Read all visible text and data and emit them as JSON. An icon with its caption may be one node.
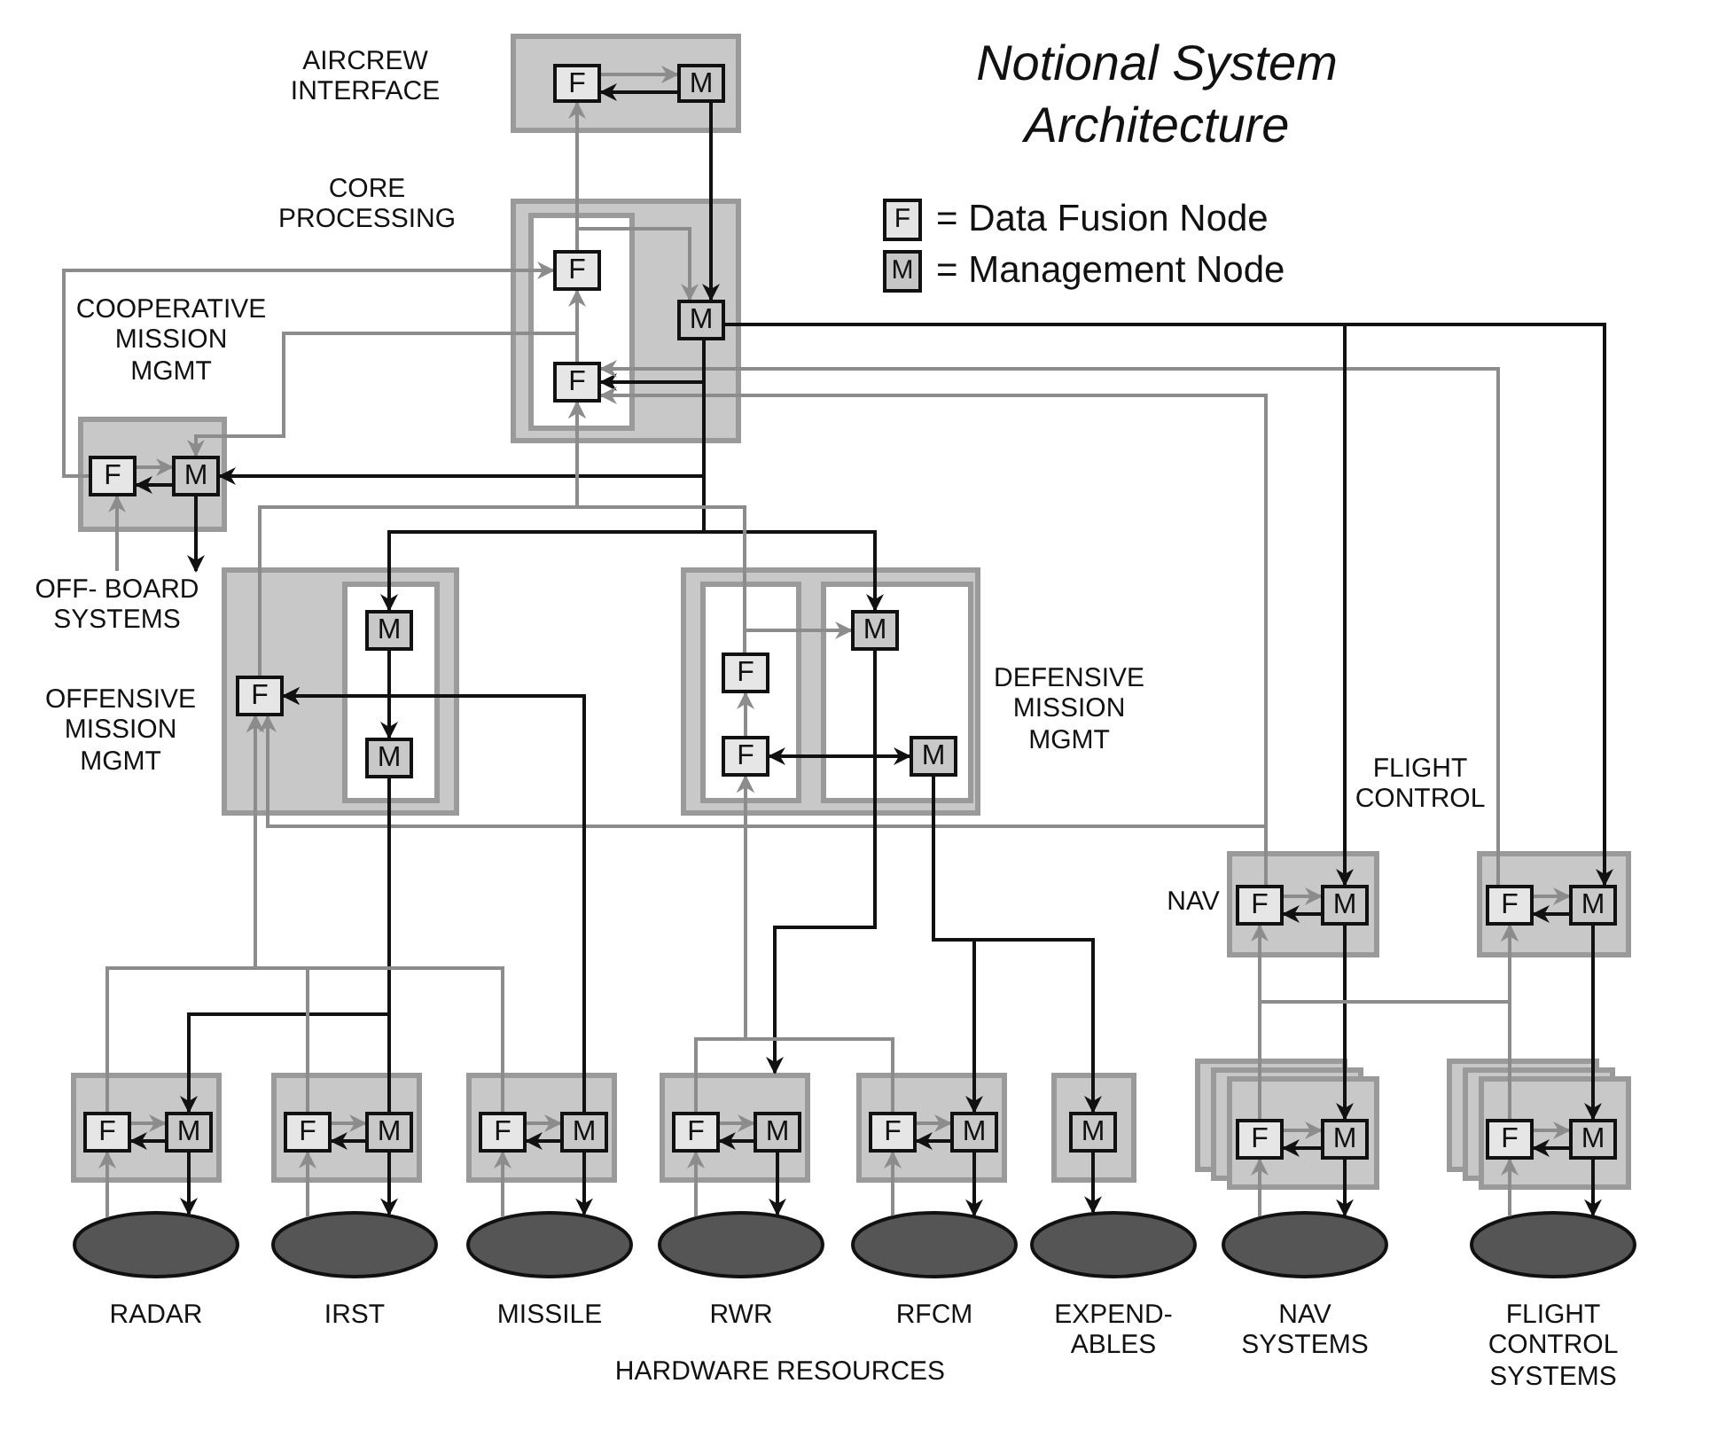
{
  "diagram": {
    "title": "Notional System Architecture",
    "nodes": [
      {
        "text": [
          "AIRCREW INTERFACE"
        ]
      },
      {
        "text": [
          "F"
        ],
        "in": 0
      },
      {
        "text": [
          "M"
        ],
        "in": 0
      },
      {
        "text": [
          "CORE PROCESSING"
        ]
      },
      {
        "text": [],
        "shape": "box",
        "in": 3
      },
      {
        "text": [
          "F"
        ],
        "in": 4
      },
      {
        "text": [
          "M"
        ],
        "in": 3
      },
      {
        "text": [
          "F"
        ],
        "in": 4
      },
      {
        "text": [
          "COOPERATIVE MISSION MGMT"
        ]
      },
      {
        "text": [
          "F"
        ],
        "in": 8
      },
      {
        "text": [
          "M"
        ],
        "in": 8
      },
      {
        "text": [
          "OFF- BOARD SYSTEMS"
        ]
      },
      {
        "text": [
          "OFFENSIVE MISSION MGMT"
        ]
      },
      {
        "text": [],
        "shape": "box",
        "in": 12
      },
      {
        "text": [
          "M"
        ],
        "in": 13
      },
      {
        "text": [
          "F"
        ],
        "in": 12
      },
      {
        "text": [
          "M"
        ],
        "in": 13
      },
      {
        "text": [
          "DEFENSIVE MISSION MGMT"
        ]
      },
      {
        "text": [],
        "shape": "box",
        "in": 17
      },
      {
        "text": [],
        "shape": "box",
        "in": 17
      },
      {
        "text": [
          "M"
        ],
        "in": 19
      },
      {
        "text": [
          "F"
        ],
        "in": 18
      },
      {
        "text": [
          "F"
        ],
        "in": 18
      },
      {
        "text": [
          "M"
        ],
        "in": 19
      },
      {
        "text": [
          "NAV"
        ]
      },
      {
        "text": [
          "F"
        ],
        "in": 24
      },
      {
        "text": [
          "M"
        ],
        "in": 24
      },
      {
        "text": [
          "FLIGHT CONTROL"
        ]
      },
      {
        "text": [
          "F"
        ],
        "in": 27
      },
      {
        "text": [
          "M"
        ],
        "in": 27
      },
      {
        "text": [],
        "shape": "box"
      },
      {
        "text": [
          "F"
        ],
        "in": 30
      },
      {
        "text": [
          "M"
        ],
        "in": 30
      },
      {
        "text": [
          "RADAR"
        ]
      },
      {
        "text": [],
        "shape": "box"
      },
      {
        "text": [
          "F"
        ],
        "in": 34
      },
      {
        "text": [
          "M"
        ],
        "in": 34
      },
      {
        "text": [
          "IRST"
        ]
      },
      {
        "text": [],
        "shape": "box"
      },
      {
        "text": [
          "F"
        ],
        "in": 38
      },
      {
        "text": [
          "M"
        ],
        "in": 38
      },
      {
        "text": [
          "MISSILE"
        ]
      },
      {
        "text": [],
        "shape": "box"
      },
      {
        "text": [
          "F"
        ],
        "in": 42
      },
      {
        "text": [
          "M"
        ],
        "in": 42
      },
      {
        "text": [
          "RWR"
        ]
      },
      {
        "text": [],
        "shape": "box"
      },
      {
        "text": [
          "F"
        ],
        "in": 46
      },
      {
        "text": [
          "M"
        ],
        "in": 46
      },
      {
        "text": [
          "RFCM"
        ]
      },
      {
        "text": [],
        "shape": "box"
      },
      {
        "text": [
          "M"
        ],
        "in": 50
      },
      {
        "text": [
          "EXPEND- ABLES"
        ]
      },
      {
        "text": [],
        "shape": "box"
      },
      {
        "text": [
          "F"
        ],
        "in": 53
      },
      {
        "text": [
          "M"
        ],
        "in": 53
      },
      {
        "text": [
          "NAV SYSTEMS"
        ]
      },
      {
        "text": [],
        "shape": "box"
      },
      {
        "text": [
          "F"
        ],
        "in": 57
      },
      {
        "text": [
          "M"
        ],
        "in": 57
      },
      {
        "text": [
          "FLIGHT CONTROL SYSTEMS"
        ]
      }
    ],
    "edges": [
      {
        "from": 1,
        "to": 2,
        "arrow": "to"
      },
      {
        "from": 2,
        "to": 1,
        "arrow": "to",
        "color": "#111111"
      },
      {
        "from": 2,
        "to": 6,
        "arrow": "to",
        "color": "#111111"
      },
      {
        "from": 5,
        "to": 1,
        "arrow": "to"
      },
      {
        "from": 5,
        "to": 6,
        "arrow": "to"
      },
      {
        "from": 7,
        "to": 5,
        "arrow": "to"
      },
      {
        "from": 6,
        "to": 7,
        "arrow": "to",
        "color": "#111111"
      },
      {
        "from": 9,
        "to": 5,
        "arrow": "to"
      },
      {
        "from": 7,
        "to": 10,
        "arrow": "to"
      },
      {
        "from": 25,
        "to": 7,
        "arrow": "to"
      },
      {
        "from": 28,
        "to": 7,
        "arrow": "to"
      },
      {
        "from": 6,
        "to": 10,
        "arrow": "to",
        "color": "#111111"
      },
      {
        "from": 9,
        "to": 10,
        "arrow": "to"
      },
      {
        "from": 10,
        "to": 9,
        "arrow": "to",
        "color": "#111111"
      },
      {
        "from": 10,
        "to": 11,
        "arrow": "to",
        "color": "#111111"
      },
      {
        "from": 11,
        "to": 9,
        "arrow": "to"
      },
      {
        "from": 6,
        "to": 14,
        "arrow": "to",
        "color": "#111111"
      },
      {
        "from": 6,
        "to": 20,
        "arrow": "to",
        "color": "#111111"
      },
      {
        "from": 6,
        "to": 26,
        "arrow": "to",
        "color": "#111111"
      },
      {
        "from": 6,
        "to": 29,
        "arrow": "to",
        "color": "#111111"
      },
      {
        "from": 15,
        "to": 7,
        "arrow": "to"
      },
      {
        "from": 21,
        "to": 7,
        "arrow": "to"
      },
      {
        "from": 25,
        "to": 15,
        "arrow": "to"
      },
      {
        "from": 14,
        "to": 16,
        "arrow": "to",
        "color": "#111111"
      },
      {
        "from": 14,
        "to": 15,
        "arrow": "to",
        "color": "#111111"
      },
      {
        "from": 40,
        "to": 15,
        "arrow": "to",
        "color": "#111111"
      },
      {
        "from": 21,
        "to": 20,
        "arrow": "to"
      },
      {
        "from": 22,
        "to": 21,
        "arrow": "to"
      },
      {
        "from": 20,
        "to": 22,
        "arrow": "to",
        "color": "#111111"
      },
      {
        "from": 20,
        "to": 23,
        "arrow": "to",
        "color": "#111111"
      },
      {
        "from": 20,
        "to": 42,
        "arrow": "to",
        "color": "#111111"
      },
      {
        "from": 23,
        "to": 48,
        "arrow": "to",
        "color": "#111111"
      },
      {
        "from": 23,
        "to": 51,
        "arrow": "to",
        "color": "#111111"
      },
      {
        "from": 16,
        "to": 32,
        "arrow": "to",
        "color": "#111111"
      },
      {
        "from": 16,
        "to": 36,
        "arrow": "none",
        "color": "#111111"
      },
      {
        "from": 31,
        "to": 15,
        "arrow": "to"
      },
      {
        "from": 35,
        "to": 15,
        "arrow": "to"
      },
      {
        "from": 39,
        "to": 15,
        "arrow": "to"
      },
      {
        "from": 43,
        "to": 22,
        "arrow": "to"
      },
      {
        "from": 47,
        "to": 22,
        "arrow": "to"
      },
      {
        "from": 25,
        "to": 26,
        "arrow": "to"
      },
      {
        "from": 26,
        "to": 25,
        "arrow": "to",
        "color": "#111111"
      },
      {
        "from": 28,
        "to": 29,
        "arrow": "to"
      },
      {
        "from": 29,
        "to": 28,
        "arrow": "to",
        "color": "#111111"
      },
      {
        "from": 26,
        "to": 55,
        "arrow": "to",
        "color": "#111111"
      },
      {
        "from": 29,
        "to": 59,
        "arrow": "to",
        "color": "#111111"
      },
      {
        "from": 54,
        "to": 25,
        "arrow": "to"
      },
      {
        "from": 58,
        "to": 28,
        "arrow": "to"
      },
      {
        "from": 54,
        "to": 28,
        "arrow": "to"
      },
      {
        "from": 31,
        "to": 32,
        "arrow": "to"
      },
      {
        "from": 32,
        "to": 31,
        "arrow": "to",
        "color": "#111111"
      },
      {
        "from": 32,
        "to": 33,
        "arrow": "to",
        "color": "#111111"
      },
      {
        "from": 33,
        "to": 31,
        "arrow": "to"
      },
      {
        "from": 35,
        "to": 36,
        "arrow": "to"
      },
      {
        "from": 36,
        "to": 35,
        "arrow": "to",
        "color": "#111111"
      },
      {
        "from": 36,
        "to": 37,
        "arrow": "to",
        "color": "#111111"
      },
      {
        "from": 37,
        "to": 35,
        "arrow": "to"
      },
      {
        "from": 39,
        "to": 40,
        "arrow": "to"
      },
      {
        "from": 40,
        "to": 39,
        "arrow": "to",
        "color": "#111111"
      },
      {
        "from": 40,
        "to": 41,
        "arrow": "to",
        "color": "#111111"
      },
      {
        "from": 41,
        "to": 39,
        "arrow": "to"
      },
      {
        "from": 43,
        "to": 44,
        "arrow": "to"
      },
      {
        "from": 44,
        "to": 43,
        "arrow": "to",
        "color": "#111111"
      },
      {
        "from": 44,
        "to": 45,
        "arrow": "to",
        "color": "#111111"
      },
      {
        "from": 45,
        "to": 43,
        "arrow": "to"
      },
      {
        "from": 47,
        "to": 48,
        "arrow": "to"
      },
      {
        "from": 48,
        "to": 47,
        "arrow": "to",
        "color": "#111111"
      },
      {
        "from": 48,
        "to": 49,
        "arrow": "to",
        "color": "#111111"
      },
      {
        "from": 49,
        "to": 47,
        "arrow": "to"
      },
      {
        "from": 51,
        "to": 52,
        "arrow": "to",
        "color": "#111111"
      },
      {
        "from": 54,
        "to": 55,
        "arrow": "to"
      },
      {
        "from": 55,
        "to": 54,
        "arrow": "to",
        "color": "#111111"
      },
      {
        "from": 55,
        "to": 56,
        "arrow": "to",
        "color": "#111111"
      },
      {
        "from": 56,
        "to": 54,
        "arrow": "to"
      },
      {
        "from": 58,
        "to": 59,
        "arrow": "to"
      },
      {
        "from": 59,
        "to": 58,
        "arrow": "to",
        "color": "#111111"
      },
      {
        "from": 59,
        "to": 60,
        "arrow": "to",
        "color": "#111111"
      },
      {
        "from": 60,
        "to": 58,
        "arrow": "to"
      }
    ],
    "labels": [
      "F",
      "M",
      "HARDWARE RESOURCES"
    ],
    "legend": [
      {
        "text": "= Data Fusion Node",
        "color": "#e4e4e4"
      },
      {
        "text": "= Management Node",
        "color": "#c6c6c6"
      }
    ]
  }
}
